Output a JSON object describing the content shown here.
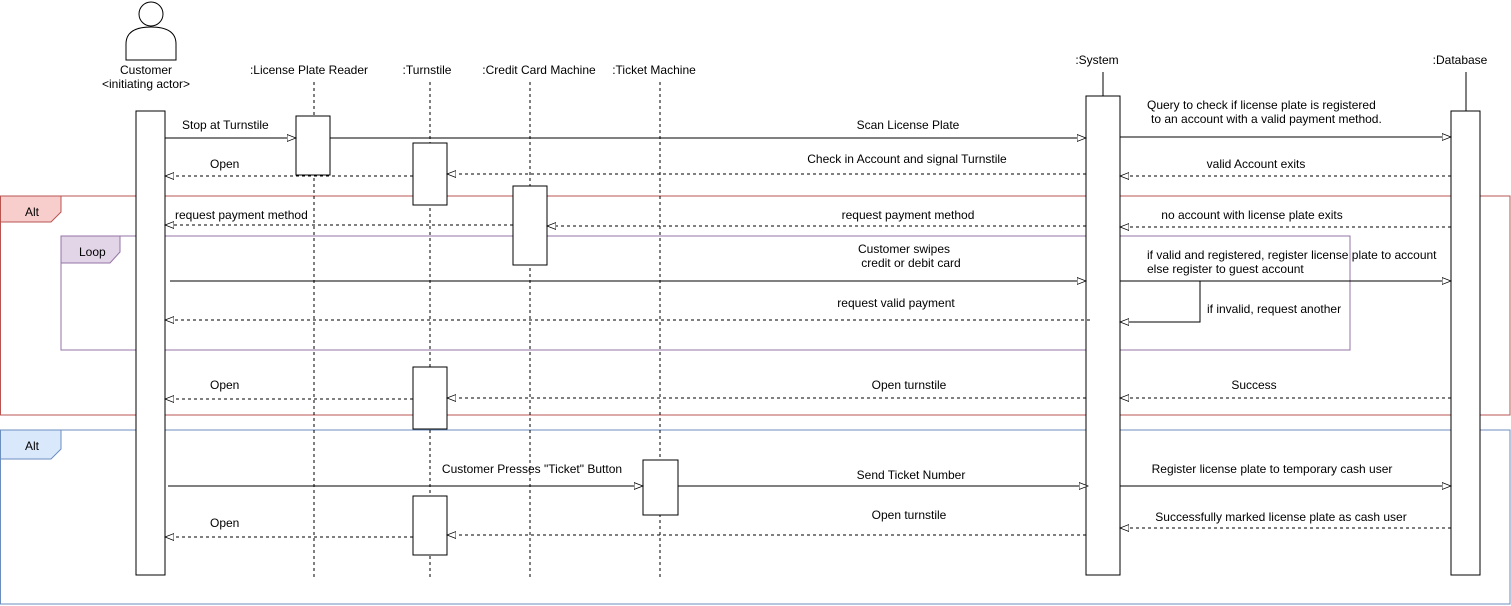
{
  "participants": {
    "customer_name": "Customer",
    "customer_role": "<initiating actor>",
    "lpr": ":License Plate Reader",
    "turnstile": ":Turnstile",
    "ccm": ":Credit Card Machine",
    "ticket": ":Ticket Machine",
    "system": ":System",
    "database": ":Database"
  },
  "frames": {
    "alt1": "Alt",
    "loop": "Loop",
    "alt2": "Alt"
  },
  "colors": {
    "alt1_border": "#b85450",
    "alt1_fill": "#f8cecc",
    "loop_border": "#9673a6",
    "loop_fill": "#e1d5e7",
    "alt2_border": "#6c8ebf",
    "alt2_fill": "#dae8fc"
  },
  "messages": {
    "stop_at_turnstile": "Stop at Turnstile",
    "scan_plate": "Scan License Plate",
    "query_1": "Query to check if license plate is registered",
    "query_2": "to an account with a valid payment method.",
    "open_1": "Open",
    "check_in": "Check in Account and signal Turnstile",
    "valid_account": "valid Account exits",
    "req_pay_customer": "request payment method",
    "req_pay_system": "request payment method",
    "no_account": "no account with license plate exits",
    "swipe_1": "Customer swipes",
    "swipe_2": "credit or debit card",
    "register_1": "if valid and registered, register license plate to account",
    "register_2": "else register to guest account",
    "request_valid": "request valid payment",
    "if_invalid": "if invalid, request another",
    "open_2": "Open",
    "open_turnstile_1": "Open turnstile",
    "success": "Success",
    "ticket_button": "Customer Presses \"Ticket\" Button",
    "send_ticket": "Send Ticket Number",
    "register_temp": "Register license plate to temporary cash user",
    "open_3": "Open",
    "open_turnstile_2": "Open turnstile",
    "marked_cash": "Successfully marked license plate as cash user"
  }
}
